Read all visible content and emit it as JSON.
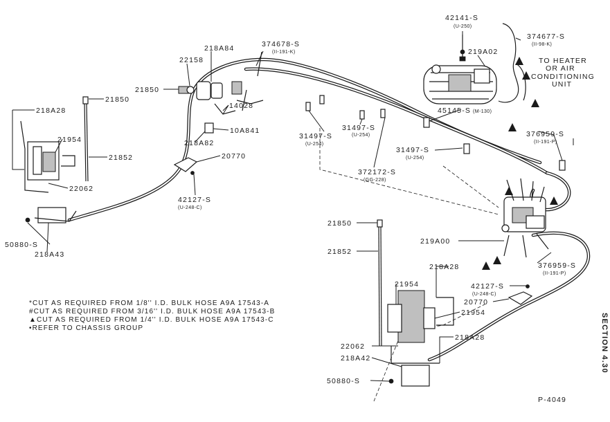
{
  "parts": {
    "p42141": "42141-S",
    "p42141_sub": "(U-250)",
    "p374677": "374677-S",
    "p374677_sub": "(II-98-K)",
    "p219A02": "219A02",
    "p218A84": "218A84",
    "p374678": "374678-S",
    "p374678_sub": "(II-191-K)",
    "p22158": "22158",
    "p21850_a": "21850",
    "p21850_b": "21850",
    "p218A28_a": "218A28",
    "p14028": "14028",
    "p10A841": "10A841",
    "p21954_a": "21954",
    "p218A82": "218A82",
    "p21852_a": "21852",
    "p20770_a": "20770",
    "p22062_a": "22062",
    "p42127_a": "42127-S",
    "p42127_a_sub": "(U-248-C)",
    "p50880_a": "50880-S",
    "p218A43": "218A43",
    "p31497_a": "31497-S",
    "p31497_a_sub": "(U-254)",
    "p31497_b": "31497-S",
    "p31497_b_sub": "(U-254)",
    "p31497_c": "31497-S",
    "p31497_c_sub": "(U-254)",
    "p372172": "372172-S",
    "p372172_sub": "(GG-228)",
    "p45145": "45145-S",
    "p45145_sub": "(M-130)",
    "p376959_a": "376959-S",
    "p376959_a_sub": "(II-191-P)",
    "p376959_b": "376959-S",
    "p376959_b_sub": "(II-191-P)",
    "p21850_c": "21850",
    "p21852_b": "21852",
    "p219A00": "219A00",
    "p218A28_b": "218A28",
    "p21954_b": "21954",
    "p21954_c": "21954",
    "p42127_b": "42127-S",
    "p42127_b_sub": "(U-248-C)",
    "p20770_b": "20770",
    "p22062_b": "22062",
    "p218A28_c": "218A28",
    "p218A42": "218A42",
    "p50880_b": "50880-S"
  },
  "heater_note": {
    "line1": "TO HEATER",
    "line2": "OR AIR",
    "line3": "CONDITIONING",
    "line4": "UNIT"
  },
  "notes": {
    "n1": "*CUT AS REQUIRED FROM 1/8'' I.D. BULK HOSE  A9A 17543-A",
    "n2": "#CUT AS REQUIRED FROM 3/16'' I.D. BULK HOSE A9A 17543-B",
    "n3": "▲CUT AS REQUIRED FROM 1/4'' I.D. BULK HOSE A9A 17543-C",
    "n4": "•REFER TO CHASSIS GROUP"
  },
  "section_label": "SECTION 4.30",
  "figure_id": "P-4049"
}
